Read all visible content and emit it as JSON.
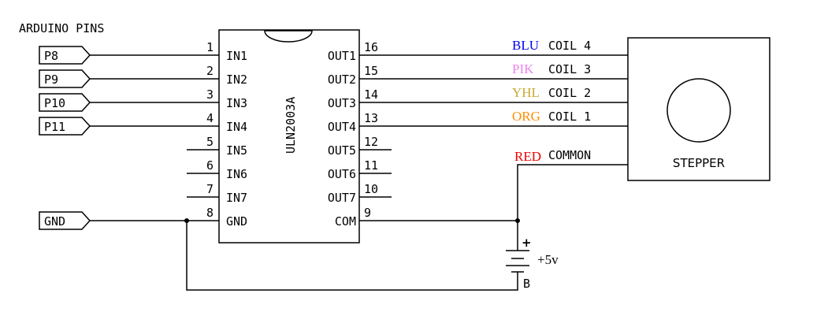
{
  "header": {
    "label": "ARDUINO PINS"
  },
  "arduino_pins": [
    "P8",
    "P9",
    "P10",
    "P11"
  ],
  "gnd_label": "GND",
  "chip": {
    "name": "ULN2003A",
    "left_pins": [
      {
        "num": "1",
        "name": "IN1"
      },
      {
        "num": "2",
        "name": "IN2"
      },
      {
        "num": "3",
        "name": "IN3"
      },
      {
        "num": "4",
        "name": "IN4"
      },
      {
        "num": "5",
        "name": "IN5"
      },
      {
        "num": "6",
        "name": "IN6"
      },
      {
        "num": "7",
        "name": "IN7"
      },
      {
        "num": "8",
        "name": "GND"
      }
    ],
    "right_pins": [
      {
        "num": "16",
        "name": "OUT1"
      },
      {
        "num": "15",
        "name": "OUT2"
      },
      {
        "num": "14",
        "name": "OUT3"
      },
      {
        "num": "13",
        "name": "OUT4"
      },
      {
        "num": "12",
        "name": "OUT5"
      },
      {
        "num": "11",
        "name": "OUT6"
      },
      {
        "num": "10",
        "name": "OUT7"
      },
      {
        "num": "9",
        "name": "COM"
      }
    ]
  },
  "wires": [
    {
      "color_label": "BLU",
      "color": "#0000ee",
      "coil": "COIL 4"
    },
    {
      "color_label": "PIK",
      "color": "#ee82ee",
      "coil": "COIL 3"
    },
    {
      "color_label": "YHL",
      "color": "#c8a832",
      "coil": "COIL 2"
    },
    {
      "color_label": "ORG",
      "color": "#ff8c00",
      "coil": "COIL 1"
    }
  ],
  "common": {
    "color_label": "RED",
    "color": "#ee0000",
    "label": "COMMON"
  },
  "motor": {
    "label": "STEPPER"
  },
  "battery": {
    "plus": "+",
    "voltage": "+5v",
    "label": "B"
  }
}
